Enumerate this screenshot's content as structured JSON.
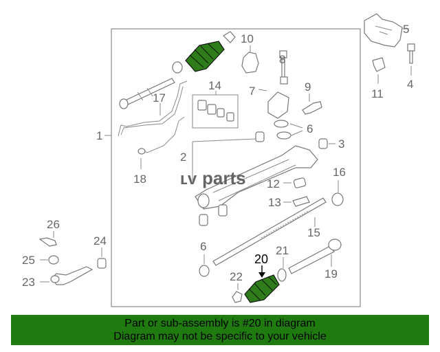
{
  "callouts": {
    "c1": "1",
    "c2": "2",
    "c3": "3",
    "c4": "4",
    "c5": "5",
    "c6a": "6",
    "c6b": "6",
    "c7": "7",
    "c8": "8",
    "c9": "9",
    "c10": "10",
    "c11": "11",
    "c12": "12",
    "c13": "13",
    "c14": "14",
    "c15": "15",
    "c16": "16",
    "c17": "17",
    "c18": "18",
    "c19": "19",
    "c20": "20",
    "c21": "21",
    "c22": "22",
    "c23": "23",
    "c24": "24",
    "c25": "25",
    "c26": "26"
  },
  "watermark": {
    "prefix": "ʟv",
    "brand": "parts"
  },
  "highlight_color": "#2e7d1a",
  "banner": {
    "line1": "Part or sub-assembly is #20 in diagram",
    "line2": "Diagram may not be specific to your vehicle",
    "background": "#1f7a10"
  }
}
